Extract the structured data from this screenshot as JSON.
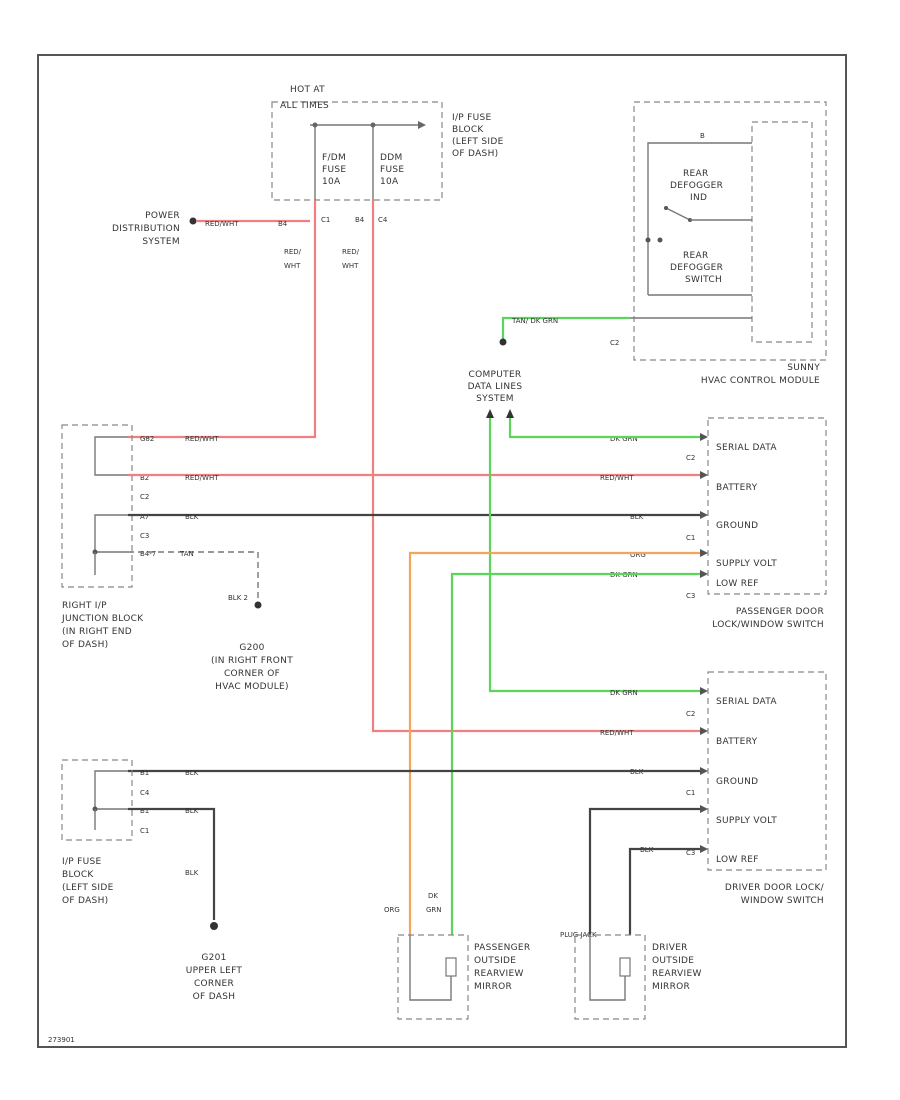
{
  "labels": {
    "hot_at": "HOT AT",
    "all_times": "ALL TIMES",
    "ip_fuse_block_top": [
      "I/P FUSE",
      "BLOCK",
      "(LEFT SIDE",
      "OF DASH)"
    ],
    "fuse_left": [
      "F/DM",
      "FUSE",
      "10A"
    ],
    "fuse_right": [
      "DDM",
      "FUSE",
      "10A"
    ],
    "power_distribution": [
      "POWER",
      "DISTRIBUTION",
      "SYSTEM"
    ],
    "red_wht_h": "RED/WHT",
    "conn_c1_top": "C1",
    "b4_top": "B4",
    "c4_top": "C4",
    "red_wht_v1": [
      "RED/",
      "WHT"
    ],
    "red_wht_v2": [
      "RED/",
      "WHT"
    ],
    "rear_defogger_ind": [
      "REAR",
      "DEFOGGER",
      "IND"
    ],
    "rear_defogger_switch": [
      "REAR",
      "DEFOGGER",
      "SWITCH"
    ],
    "b_pin": "B",
    "tan_dk_grn": "TAN/ DK GRN",
    "c2_hvac": "C2",
    "sunny_hvac": [
      "SUNNY",
      "HVAC CONTROL MODULE"
    ],
    "computer_data_lines": [
      "COMPUTER",
      "DATA LINES",
      "SYSTEM"
    ],
    "right_ip_junction": [
      "RIGHT I/P",
      "JUNCTION BLOCK",
      "(IN RIGHT END",
      "OF DASH)"
    ],
    "g200": [
      "G200",
      "(IN RIGHT FRONT",
      "CORNER OF",
      "HVAC MODULE)"
    ],
    "blk_c2": "BLK 2",
    "pins_left": [
      "G82",
      "B2",
      "C2",
      "A7",
      "C3",
      "B4-7"
    ],
    "wire_row_labels": [
      "RED/WHT",
      "RED/WHT",
      "BLK",
      "TAN"
    ],
    "pass_switch_pins": [
      "SERIAL DATA",
      "BATTERY",
      "GROUND",
      "SUPPLY VOLT",
      "LOW REF"
    ],
    "pass_switch_wire_labels": [
      "DK GRN",
      "RED/WHT",
      "BLK",
      "ORG",
      "DK GRN"
    ],
    "pass_switch_conns": [
      "C2",
      "C1",
      "C3"
    ],
    "pass_switch_name": [
      "PASSENGER DOOR",
      "LOCK/WINDOW SWITCH"
    ],
    "driver_switch_pins": [
      "SERIAL DATA",
      "BATTERY",
      "GROUND",
      "SUPPLY VOLT",
      "LOW REF"
    ],
    "driver_switch_wire_labels": [
      "DK GRN",
      "RED/WHT",
      "BLK",
      "BLK"
    ],
    "driver_switch_conns": [
      "C2",
      "C1",
      "C3"
    ],
    "driver_switch_name": [
      "DRIVER DOOR LOCK/",
      "WINDOW SWITCH"
    ],
    "ip_fuse_block_bottom": [
      "I/P FUSE",
      "BLOCK",
      "(LEFT SIDE",
      "OF DASH)"
    ],
    "bottom_pins": [
      "B1",
      "C4",
      "B1",
      "C1"
    ],
    "blk_v": "BLK",
    "g201": [
      "G201",
      "UPPER LEFT",
      "CORNER",
      "OF DASH"
    ],
    "org_v": "ORG",
    "dk_grn_v": [
      "DK",
      "GRN"
    ],
    "plug_label": "PLUG JACK",
    "pass_mirror": [
      "PASSENGER",
      "OUTSIDE",
      "REARVIEW",
      "MIRROR"
    ],
    "driver_mirror": [
      "DRIVER",
      "OUTSIDE",
      "REARVIEW",
      "MIRROR"
    ],
    "figure_id": "273901"
  }
}
